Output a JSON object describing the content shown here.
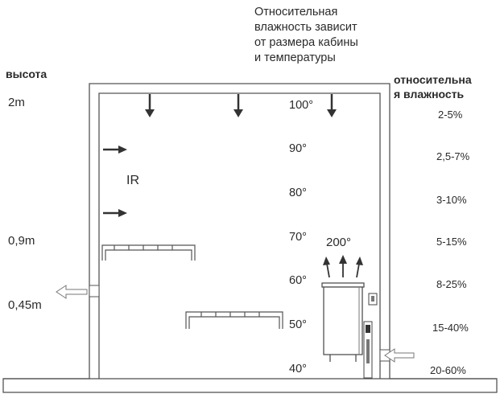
{
  "note": "Относительная\nвлажность зависит\nот размера кабины\nи температуры",
  "height_header": "высота",
  "humidity_header": "относительна\nя влажность",
  "heights": [
    "2m",
    "0,9m",
    "0,45m"
  ],
  "temperatures": [
    "100°",
    "90°",
    "80°",
    "70°",
    "60°",
    "50°",
    "40°"
  ],
  "humidity": [
    "2-5%",
    "2,5-7%",
    "3-10%",
    "5-15%",
    "8-25%",
    "15-40%",
    "20-60%"
  ],
  "ir_label": "IR",
  "heater_temp": "200°",
  "colors": {
    "line": "#555555",
    "text": "#2a2a2a"
  }
}
